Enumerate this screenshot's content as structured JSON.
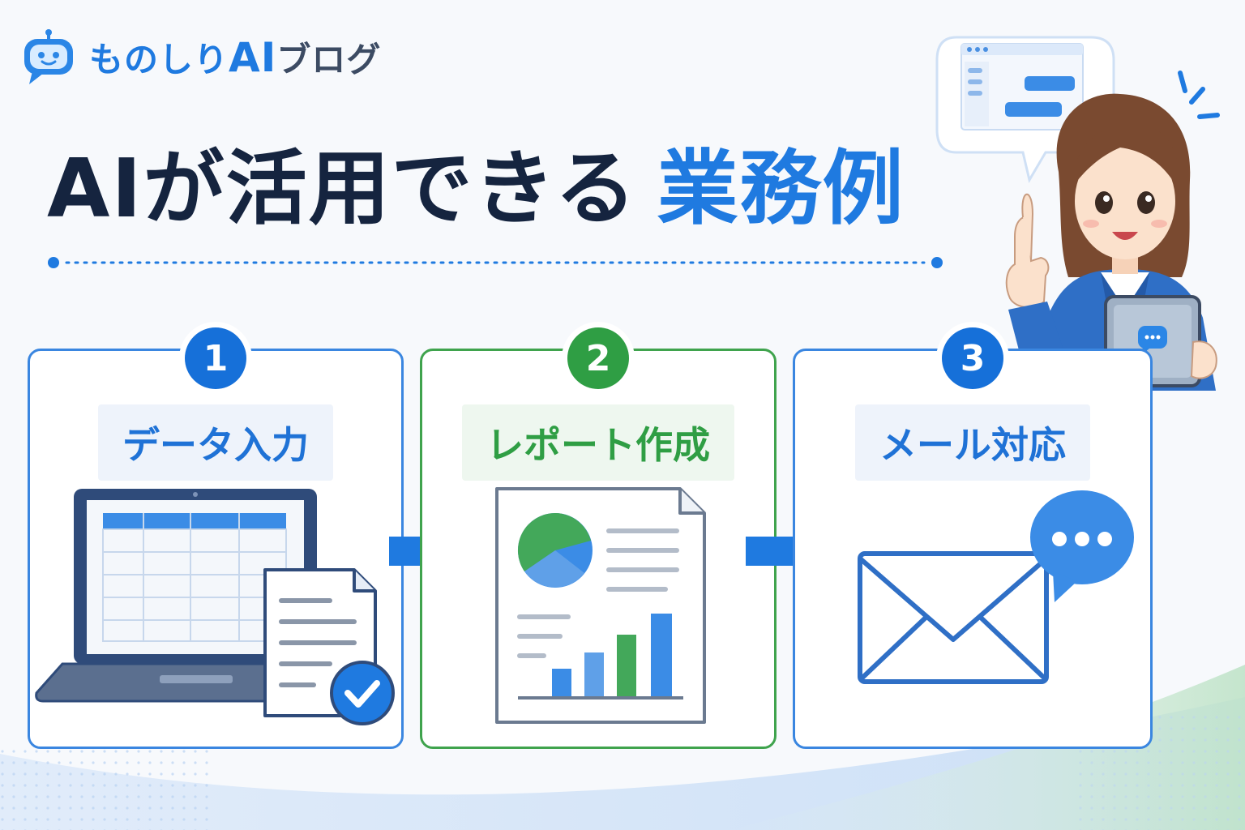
{
  "brand": {
    "name": "ものしり",
    "ai": "AI",
    "suffix": "ブログ",
    "icon": "chat-robot-icon"
  },
  "title": {
    "main": "AIが活用できる",
    "accent": "業務例"
  },
  "colors": {
    "primary": "#1f7ae0",
    "dark_text": "#15243f",
    "green": "#2f9e44",
    "card_border_blue": "#3a86e0"
  },
  "cards": [
    {
      "number": "1",
      "label": "データ入力",
      "icon": "laptop-spreadsheet-icon"
    },
    {
      "number": "2",
      "label": "レポート作成",
      "icon": "report-chart-icon"
    },
    {
      "number": "3",
      "label": "メール対応",
      "icon": "envelope-chat-icon"
    }
  ]
}
